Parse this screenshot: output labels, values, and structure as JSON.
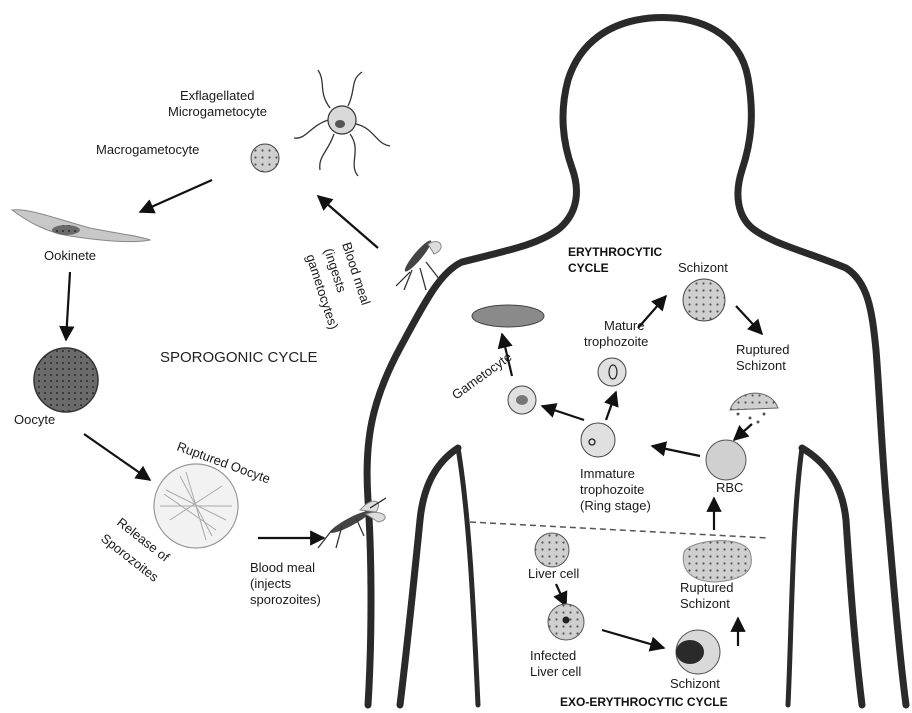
{
  "sporogonic": {
    "exflagellated_1": "Exflagellated",
    "exflagellated_2": "Microgametocyte",
    "macrogametocyte": "Macrogametocyte",
    "ookinete": "Ookinete",
    "oocyte": "Oocyte",
    "cycle_label": "SPOROGONIC CYCLE",
    "blood_meal_ingest_1": "Blood meal",
    "blood_meal_ingest_2": "(ingests",
    "blood_meal_ingest_3": "gametocytes)",
    "ruptured_oocyte": "Ruptured Oocyte",
    "release_1": "Release of",
    "release_2": "Sporozoites",
    "blood_meal_inject_1": "Blood meal",
    "blood_meal_inject_2": "(injects",
    "blood_meal_inject_3": "sporozoites)"
  },
  "erythrocytic": {
    "cycle_label_1": "ERYTHROCYTIC",
    "cycle_label_2": "CYCLE",
    "schizont": "Schizont",
    "mature_1": "Mature",
    "mature_2": "trophozoite",
    "ruptured_1": "Ruptured",
    "ruptured_2": "Schizont",
    "gametocyte": "Gametocyte",
    "immature_1": "Immature",
    "immature_2": "trophozoite",
    "immature_3": "(Ring stage)",
    "rbc": "RBC"
  },
  "exo_erythrocytic": {
    "liver_cell": "Liver cell",
    "infected_1": "Infected",
    "infected_2": "Liver cell",
    "schizont": "Schizont",
    "ruptured_1": "Ruptured",
    "ruptured_2": "Schizont",
    "cycle_label": "EXO-ERYTHROCYTIC CYCLE"
  },
  "colors": {
    "outline": "#2a2a2a",
    "cell_fill": "#d9d9d9",
    "cell_dark": "#6f6f6f"
  }
}
